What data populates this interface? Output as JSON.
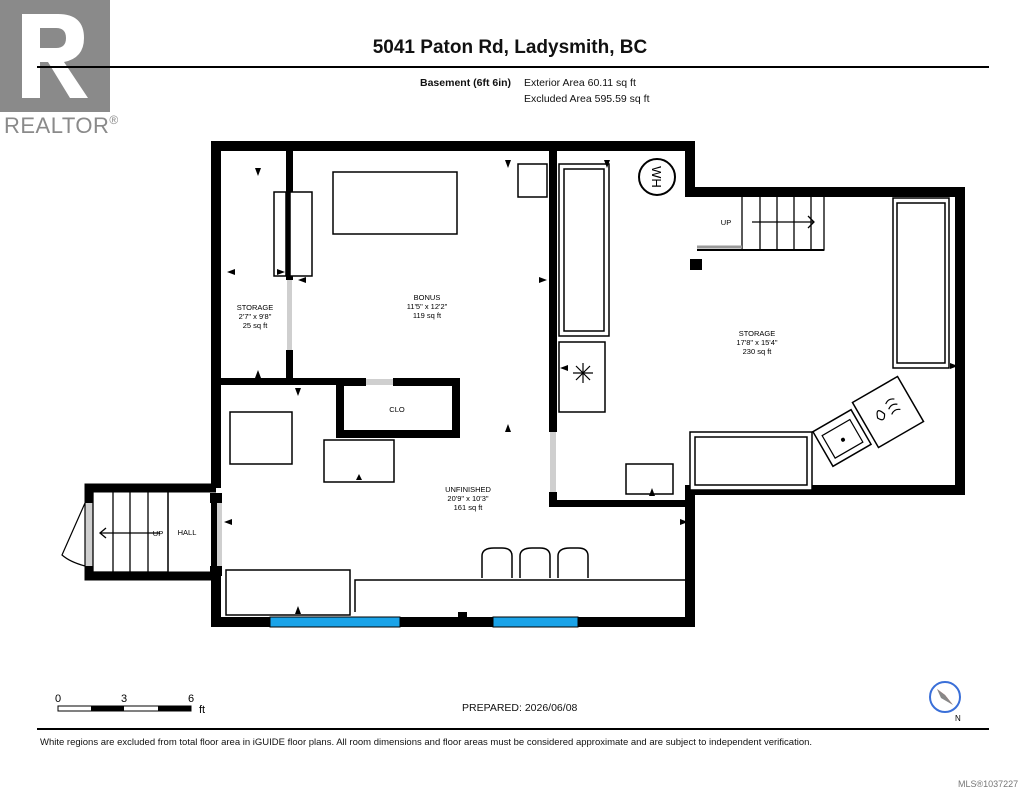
{
  "logo": {
    "word": "REALTOR",
    "registered": "®"
  },
  "header": {
    "title": "5041 Paton Rd, Ladysmith, BC",
    "level_label": "Basement (6ft 6in)",
    "exterior_area": "Exterior Area 60.11 sq ft",
    "excluded_area": "Excluded Area 595.59 sq ft"
  },
  "rooms": {
    "storage_left": {
      "name": "STORAGE",
      "dims": "2'7\" x 9'8\"",
      "area": "25 sq ft"
    },
    "bonus": {
      "name": "BONUS",
      "dims": "11'5\" x 12'2\"",
      "area": "119 sq ft"
    },
    "storage_right": {
      "name": "STORAGE",
      "dims": "17'8\" x 15'4\"",
      "area": "230 sq ft"
    },
    "unfinished": {
      "name": "UNFINISHED",
      "dims": "20'9\" x 10'3\"",
      "area": "161 sq ft"
    },
    "clo": {
      "name": "CLO"
    },
    "hall": {
      "name": "HALL"
    },
    "up_right": "UP",
    "up_left": "UP",
    "water_heater": "WH"
  },
  "scale": {
    "labels": [
      "0",
      "3",
      "6"
    ],
    "unit": "ft"
  },
  "footer": {
    "prepared": "PREPARED: 2026/06/08",
    "disclaimer": "White regions are excluded from total floor area in iGUIDE floor plans. All room dimensions and floor areas must be considered approximate and are subject to independent verification.",
    "mls": "MLS®1037227"
  },
  "compass": {
    "label": "N"
  },
  "colors": {
    "wall": "#000000",
    "window": "#1aa3e8",
    "logo": "#8a8a8a",
    "compass": "#d9342b"
  }
}
